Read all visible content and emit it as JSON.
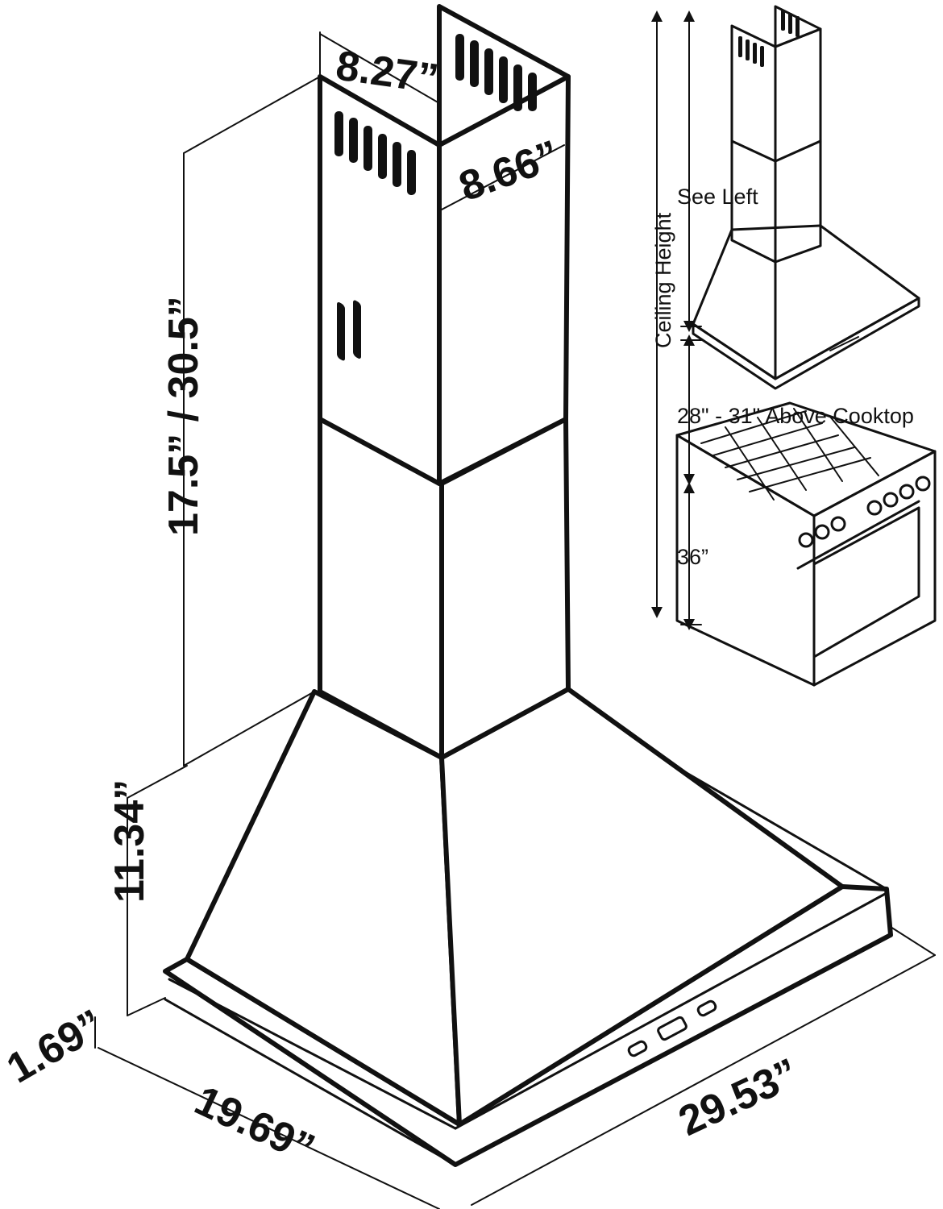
{
  "dimensions": {
    "chimney_width": "8.27”",
    "chimney_depth": "8.66”",
    "chimney_height": "17.5” / 30.5”",
    "hood_height": "11.34”",
    "rim_height": "1.69”",
    "hood_depth": "19.69”",
    "hood_width": "29.53”"
  },
  "inset": {
    "ceiling_height_label": "Ceiling Height",
    "see_left_label": "See Left",
    "above_cooktop_label": "28\" - 31\" Above Cooktop",
    "counter_height_label": "36”"
  },
  "colors": {
    "line": "#111111",
    "background": "#ffffff"
  }
}
